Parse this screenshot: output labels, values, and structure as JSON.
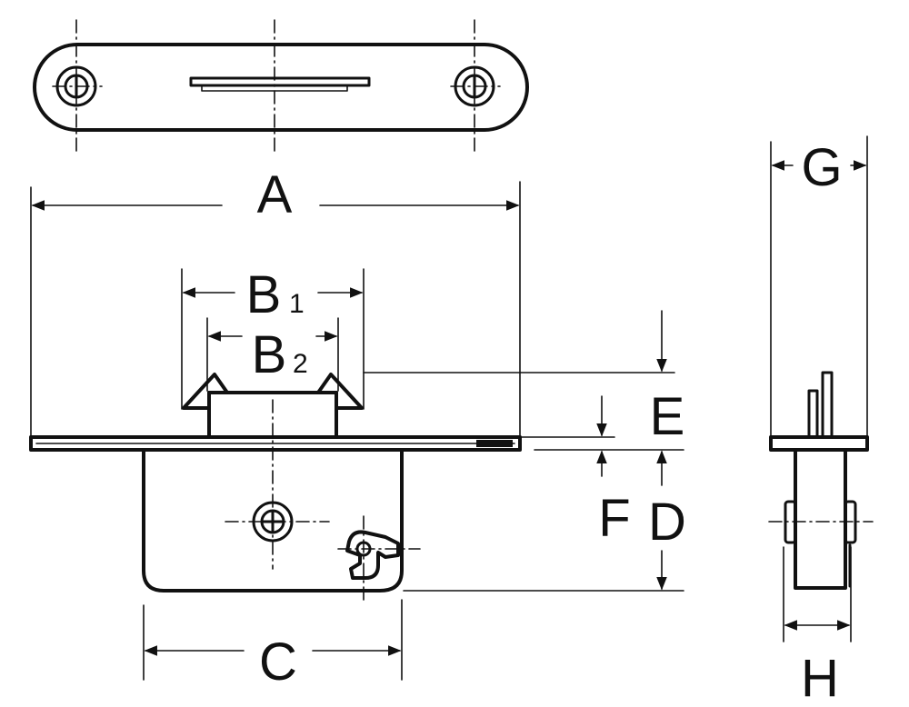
{
  "labels": {
    "A": "A",
    "B1": "B",
    "B1_sub": "1",
    "B2": "B",
    "B2_sub": "2",
    "C": "C",
    "D": "D",
    "E": "E",
    "F": "F",
    "G": "G",
    "H": "H"
  }
}
